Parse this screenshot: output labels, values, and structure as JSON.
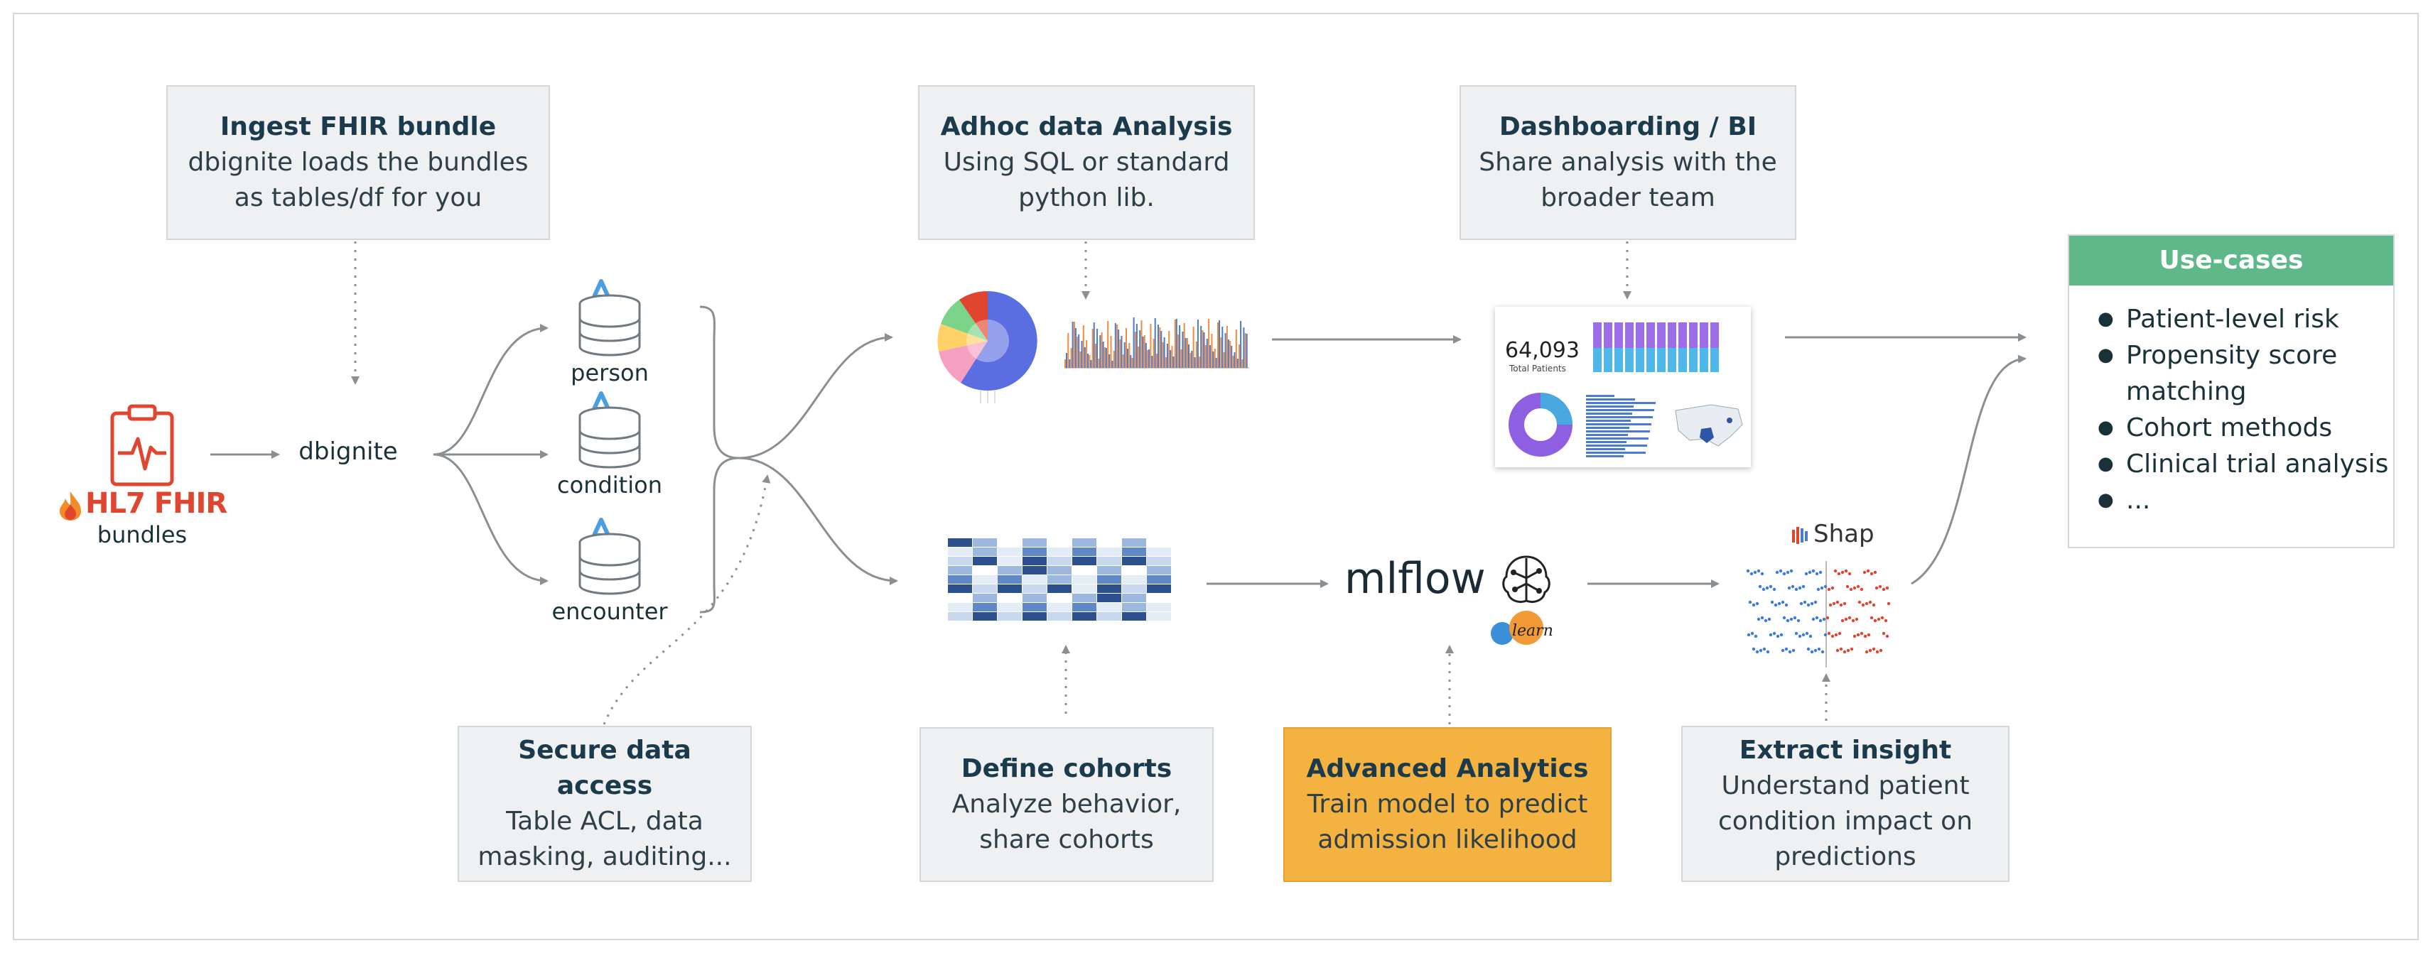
{
  "boxes": {
    "ingest": {
      "title": "Ingest FHIR bundle",
      "line1": "dbignite loads the bundles",
      "line2": "as tables/df for you"
    },
    "adhoc": {
      "title": "Adhoc data Analysis",
      "line1": "Using SQL or standard",
      "line2": "python lib."
    },
    "dashboard": {
      "title": "Dashboarding / BI",
      "line1": "Share analysis with the",
      "line2": "broader team"
    },
    "secure": {
      "title": "Secure data access",
      "line1": "Table ACL, data",
      "line2": "masking, auditing..."
    },
    "cohorts": {
      "title": "Define cohorts",
      "line1": "Analyze behavior,",
      "line2": "share cohorts"
    },
    "advanced": {
      "title": "Advanced Analytics",
      "line1": "Train model to predict",
      "line2": "admission likelihood"
    },
    "insight": {
      "title": "Extract insight",
      "line1": "Understand patient",
      "line2": "condition impact on",
      "line3": "predictions"
    }
  },
  "source": {
    "logo_text": "HL7 FHIR",
    "label": "bundles"
  },
  "dbignite_label": "dbignite",
  "tables": [
    "person",
    "condition",
    "encounter"
  ],
  "dashboard_thumb": {
    "kpi_value": "64,093",
    "kpi_label": "Total Patients"
  },
  "tools": {
    "mlflow": "mlflow",
    "sklearn": "learn",
    "shap": "Shap"
  },
  "use_cases": {
    "title": "Use-cases",
    "items": [
      "Patient-level risk",
      "Propensity score",
      "matching",
      "Cohort methods",
      "Clinical trial analysis",
      "..."
    ]
  },
  "colors": {
    "box_bg": "#eef0f1",
    "orange": "#f4b340",
    "green": "#5fb88a",
    "hl7_red": "#e0462f",
    "db_blue": "#4a9fe0"
  }
}
